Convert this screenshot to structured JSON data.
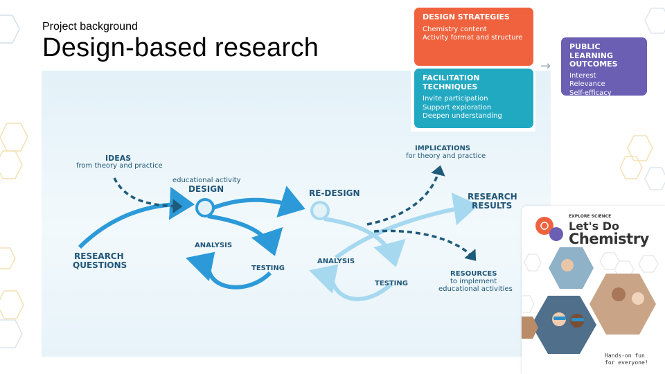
{
  "slide": {
    "subtitle": "Project background",
    "title": "Design-based research"
  },
  "diagram": {
    "ideas": "IDEAS",
    "ideas_sub": "from theory and practice",
    "design_sub": "educational activity",
    "design": "DESIGN",
    "redesign": "RE-DESIGN",
    "analysis_1": "ANALYSIS",
    "testing_1": "TESTING",
    "analysis_2": "ANALYSIS",
    "testing_2": "TESTING",
    "research_questions_1": "RESEARCH",
    "research_questions_2": "QUESTIONS",
    "implications": "IMPLICATIONS",
    "implications_sub": "for theory and practice",
    "research_results_1": "RESEARCH",
    "research_results_2": "RESULTS",
    "resources": "RESOURCES",
    "resources_sub_1": "to implement",
    "resources_sub_2": "educational activities"
  },
  "framework": {
    "design_strategies": {
      "heading": "DESIGN STRATEGIES",
      "items": [
        "Chemistry content",
        "Activity format and structure"
      ],
      "color": "#f0623e"
    },
    "facilitation": {
      "heading": "FACILITATION TECHNIQUES",
      "items": [
        "Invite participation",
        "Support exploration",
        "Deepen understanding"
      ],
      "color": "#22a9c2"
    },
    "outcomes": {
      "heading_1": "PUBLIC LEARNING",
      "heading_2": "OUTCOMES",
      "items": [
        "Interest",
        "Relevance",
        "Self-efficacy"
      ],
      "color": "#6a5fb3"
    }
  },
  "book": {
    "kicker": "EXPLORE SCIENCE",
    "title_1": "Let's Do",
    "title_2": "Chemistry",
    "tagline_1": "Hands-on fun",
    "tagline_2": "for everyone!"
  },
  "colors": {
    "arrow_dark": "#2c9ad8",
    "arrow_light": "#a6d8f0",
    "dashed": "#1e5a7a"
  }
}
